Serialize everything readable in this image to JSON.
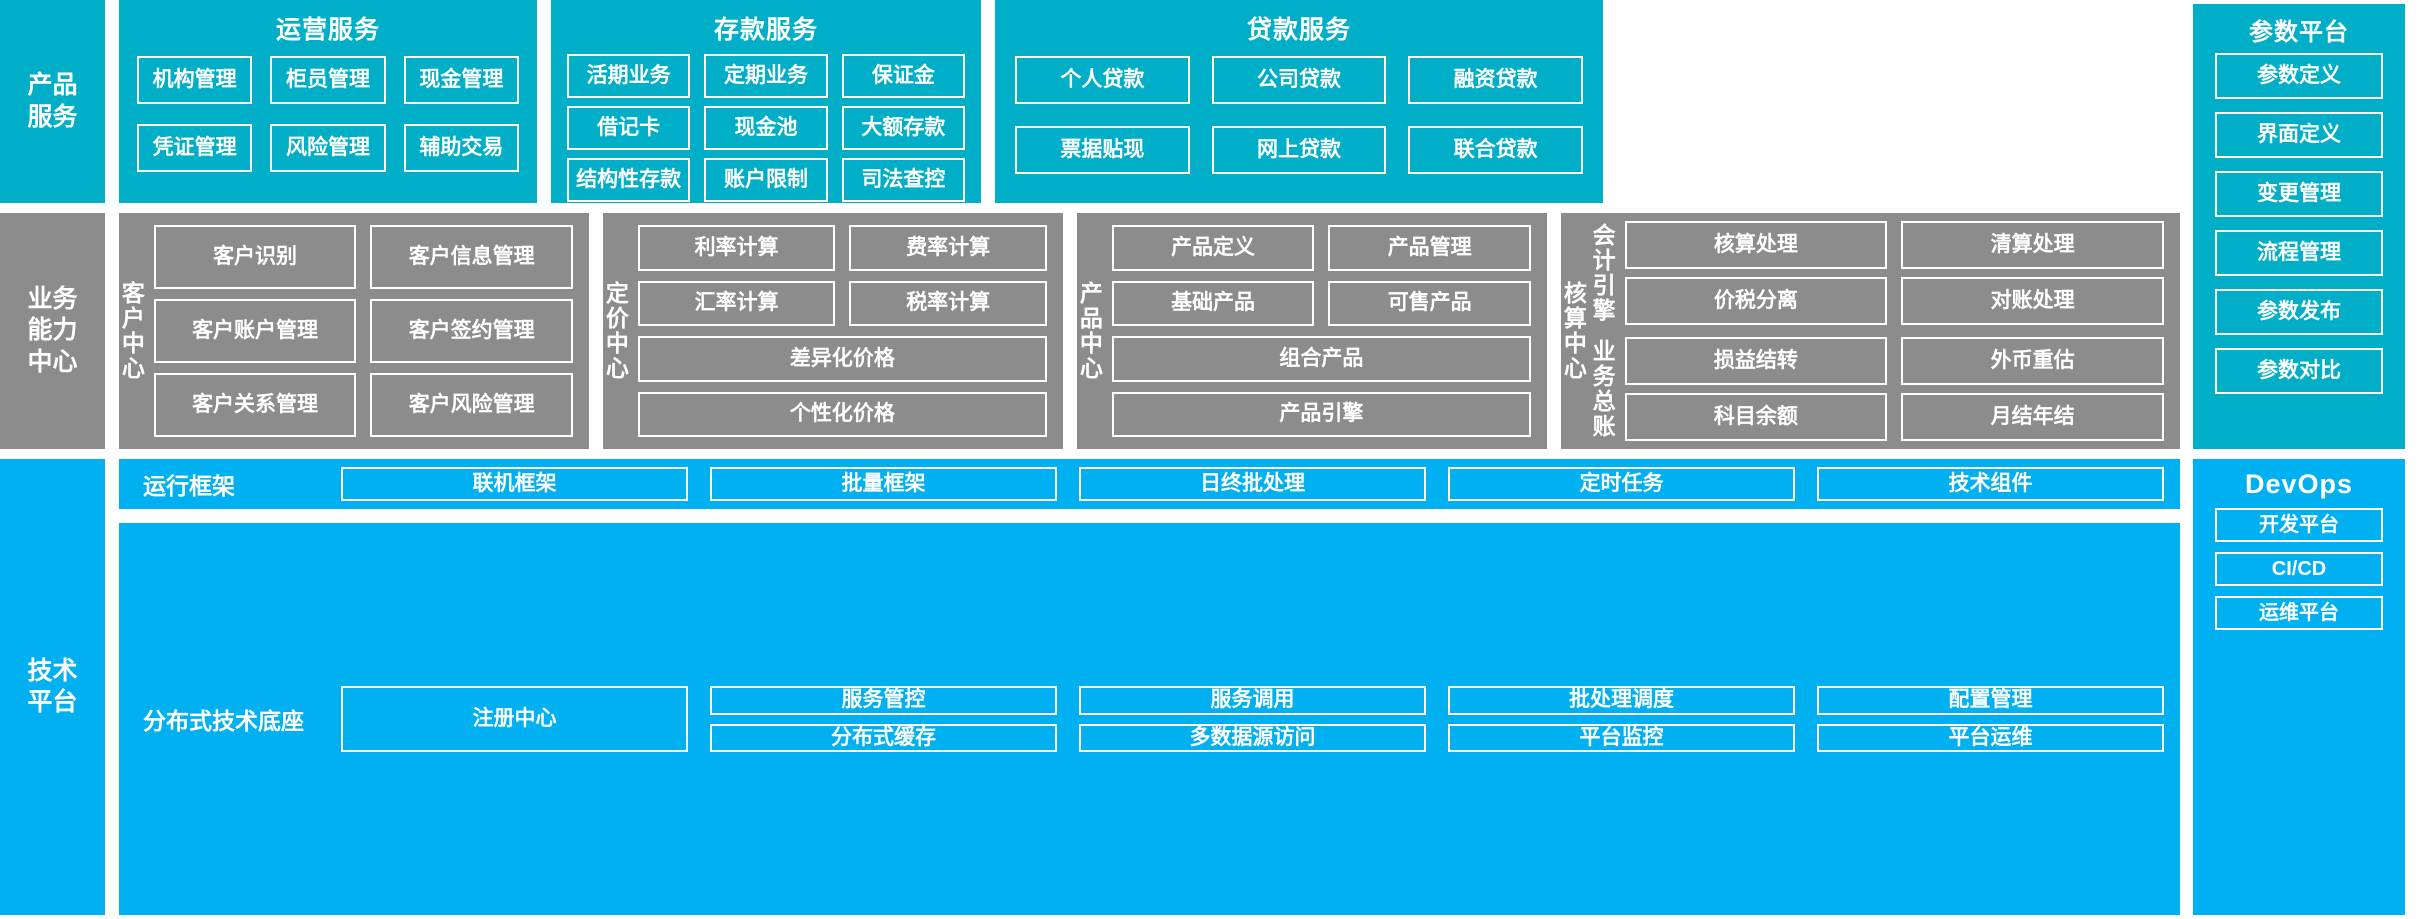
{
  "layers": {
    "product_service": "产品\n服务",
    "business_capability": "业务\n能力\n中心",
    "technology_platform": "技术\n平台"
  },
  "colors": {
    "teal": "#00AEC7",
    "gray": "#8C8C8C",
    "blue": "#00B0F0",
    "border": "#FFFFFF",
    "background": "#FFFFFF"
  },
  "product_service": {
    "groups": [
      {
        "title": "运营服务",
        "items": [
          "机构管理",
          "柜员管理",
          "现金管理",
          "凭证管理",
          "风险管理",
          "辅助交易"
        ]
      },
      {
        "title": "存款服务",
        "items": [
          "活期业务",
          "定期业务",
          "保证金",
          "借记卡",
          "现金池",
          "大额存款",
          "结构性存款",
          "账户限制",
          "司法查控"
        ]
      },
      {
        "title": "贷款服务",
        "items": [
          "个人贷款",
          "公司贷款",
          "融资贷款",
          "票据贴现",
          "网上贷款",
          "联合贷款"
        ]
      }
    ]
  },
  "parameter_platform": {
    "title": "参数平台",
    "items": [
      "参数定义",
      "界面定义",
      "变更管理",
      "流程管理",
      "参数发布",
      "参数对比"
    ]
  },
  "business_capability": {
    "centers": [
      {
        "label": "客户中心",
        "items": [
          "客户识别",
          "客户信息管理",
          "客户账户管理",
          "客户签约管理",
          "客户关系管理",
          "客户风险管理"
        ]
      },
      {
        "label": "定价中心",
        "items": [
          "利率计算",
          "费率计算",
          "汇率计算",
          "税率计算"
        ],
        "wide_items": [
          "差异化价格",
          "个性化价格"
        ]
      },
      {
        "label": "产品中心",
        "items": [
          "产品定义",
          "产品管理",
          "基础产品",
          "可售产品"
        ],
        "wide_items": [
          "组合产品",
          "产品引擎"
        ]
      },
      {
        "label": "核算中心",
        "subsections": [
          {
            "label": "会计引擎",
            "items": [
              "核算处理",
              "清算处理",
              "价税分离",
              "对账处理"
            ]
          },
          {
            "label": "业务总账",
            "items": [
              "损益结转",
              "外币重估",
              "科目余额",
              "月结年结"
            ]
          }
        ]
      }
    ]
  },
  "technology_platform": {
    "bands": [
      {
        "title": "运行框架",
        "items": [
          "联机框架",
          "批量框架",
          "日终批处理",
          "定时任务",
          "技术组件"
        ]
      },
      {
        "title": "分布式技术底座",
        "tall_item": "注册中心",
        "items": [
          "服务管控",
          "服务调用",
          "批处理调度",
          "配置管理",
          "分布式缓存",
          "多数据源访问",
          "平台监控",
          "平台运维"
        ]
      }
    ]
  },
  "devops": {
    "title": "DevOps",
    "items": [
      "开发平台",
      "CI/CD",
      "运维平台"
    ]
  }
}
